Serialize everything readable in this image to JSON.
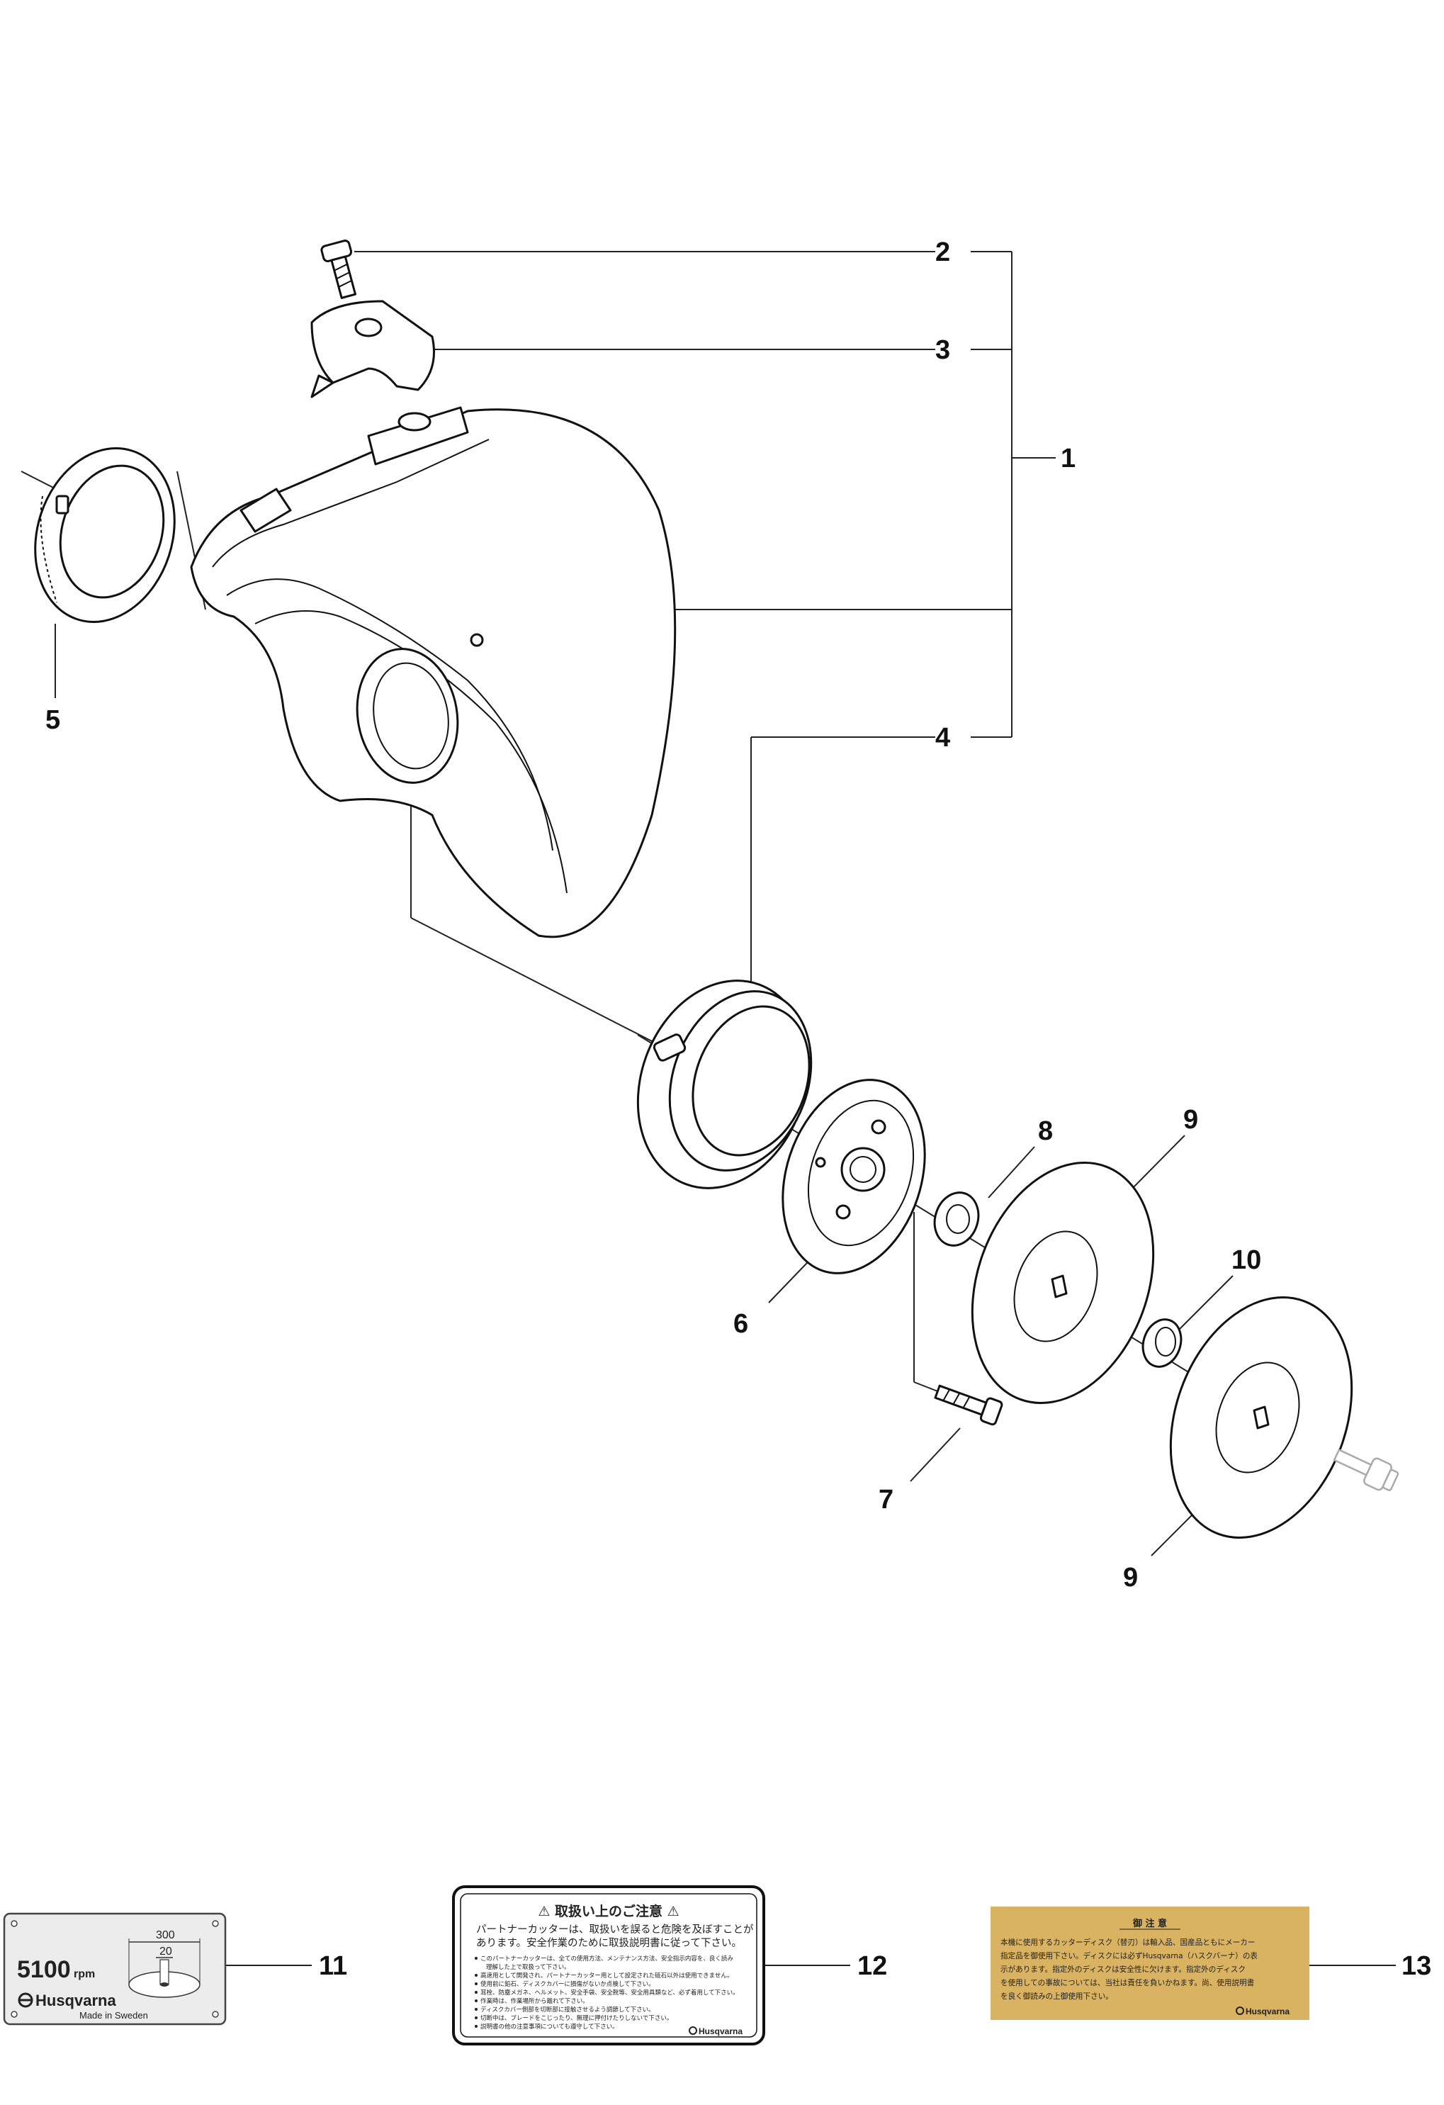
{
  "callouts": {
    "c1": "1",
    "c2": "2",
    "c3": "3",
    "c4": "4",
    "c5": "5",
    "c6": "6",
    "c7": "7",
    "c8": "8",
    "c9a": "9",
    "c9b": "9",
    "c10": "10",
    "c11": "11",
    "c12": "12",
    "c13": "13"
  },
  "label11": {
    "rpm_value": "5100",
    "rpm_unit": "rpm",
    "dim_outer": "300",
    "dim_inner": "20",
    "brand": "Husqvarna",
    "origin": "Made in Sweden"
  },
  "label12": {
    "title": "⚠ 取扱い上のご注意 ⚠",
    "intro_1": "パートナーカッターは、取扱いを誤ると危険を及ぼすことが",
    "intro_2": "あります。安全作業のために取扱説明書に従って下さい。",
    "lines": [
      "このパートナーカッターは、全ての使用方法、メンテナンス方法、安全指示内容を、良く読み",
      "理解した上で取扱って下さい。",
      "高速用として開発され、パートナーカッター用として設定された砥石以外は使用できません。",
      "使用前に鉛石、ディスクカバーに損傷がないか点検して下さい。",
      "耳栓、防塵メガネ、ヘルメット、安全手袋、安全靴等、安全用具類など、必ず着用して下さい。",
      "作業時は、作業場所から離れて下さい。",
      "ディスクカバー側部を切断部に接触させるよう調節して下さい。",
      "切断中は、ブレードをこじったり、無理に押付けたりしないで下さい。",
      "説明書の他の注意事項についても遵守して下さい。"
    ],
    "brand": "Husqvarna"
  },
  "label13": {
    "title": "御 注 意",
    "line_1": "本機に使用するカッターディスク（替刃）は輸入品、国産品ともにメーカー",
    "line_2": "指定品を御使用下さい。ディスクには必ずHusqvarna（ハスクバーナ）の表",
    "line_3": "示があります。指定外のディスクは安全性に欠けます。指定外のディスク",
    "line_4": "を使用しての事故については、当社は責任を負いかねます。尚、使用説明書",
    "line_5": "を良く御読みの上御使用下さい。",
    "brand": "Husqvarna",
    "bg_color": "#d9b262"
  }
}
